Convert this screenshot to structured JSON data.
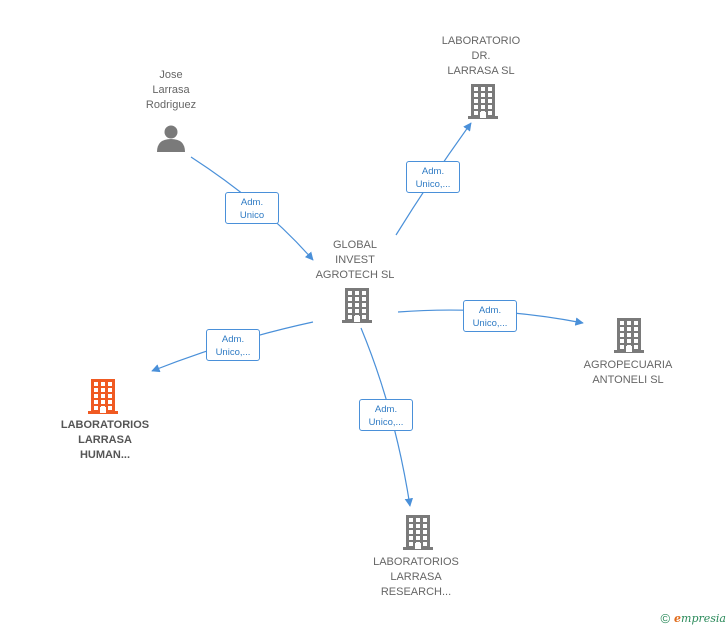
{
  "colors": {
    "edge": "#4a90d9",
    "building": "#7a7a7a",
    "building_focus": "#f05a22",
    "person": "#7a7a7a"
  },
  "nodes": [
    {
      "id": "jose",
      "type": "person-icon",
      "lines": [
        "Jose",
        "Larrasa",
        "Rodriguez"
      ]
    },
    {
      "id": "global",
      "type": "building-icon",
      "lines": [
        "GLOBAL",
        "INVEST",
        "AGROTECH  SL"
      ]
    },
    {
      "id": "dr",
      "type": "building-icon",
      "lines": [
        "LABORATORIO",
        "DR.",
        "LARRASA SL"
      ]
    },
    {
      "id": "agro",
      "type": "building-icon",
      "lines": [
        "AGROPECUARIA",
        "ANTONELI  SL"
      ]
    },
    {
      "id": "human",
      "type": "building-icon",
      "focus": true,
      "lines": [
        "LABORATORIOS",
        "LARRASA",
        "HUMAN..."
      ]
    },
    {
      "id": "research",
      "type": "building-icon",
      "lines": [
        "LABORATORIOS",
        "LARRASA",
        "RESEARCH..."
      ]
    }
  ],
  "edges": [
    {
      "from": "jose",
      "to": "global",
      "lines": [
        "Adm.",
        "Unico"
      ]
    },
    {
      "from": "global",
      "to": "dr",
      "lines": [
        "Adm.",
        "Unico,..."
      ]
    },
    {
      "from": "global",
      "to": "agro",
      "lines": [
        "Adm.",
        "Unico,..."
      ]
    },
    {
      "from": "global",
      "to": "human",
      "lines": [
        "Adm.",
        "Unico,..."
      ]
    },
    {
      "from": "global",
      "to": "research",
      "lines": [
        "Adm.",
        "Unico,..."
      ]
    }
  ],
  "footer": {
    "copyright": "©",
    "brand_first": "e",
    "brand_rest": "mpresia"
  }
}
